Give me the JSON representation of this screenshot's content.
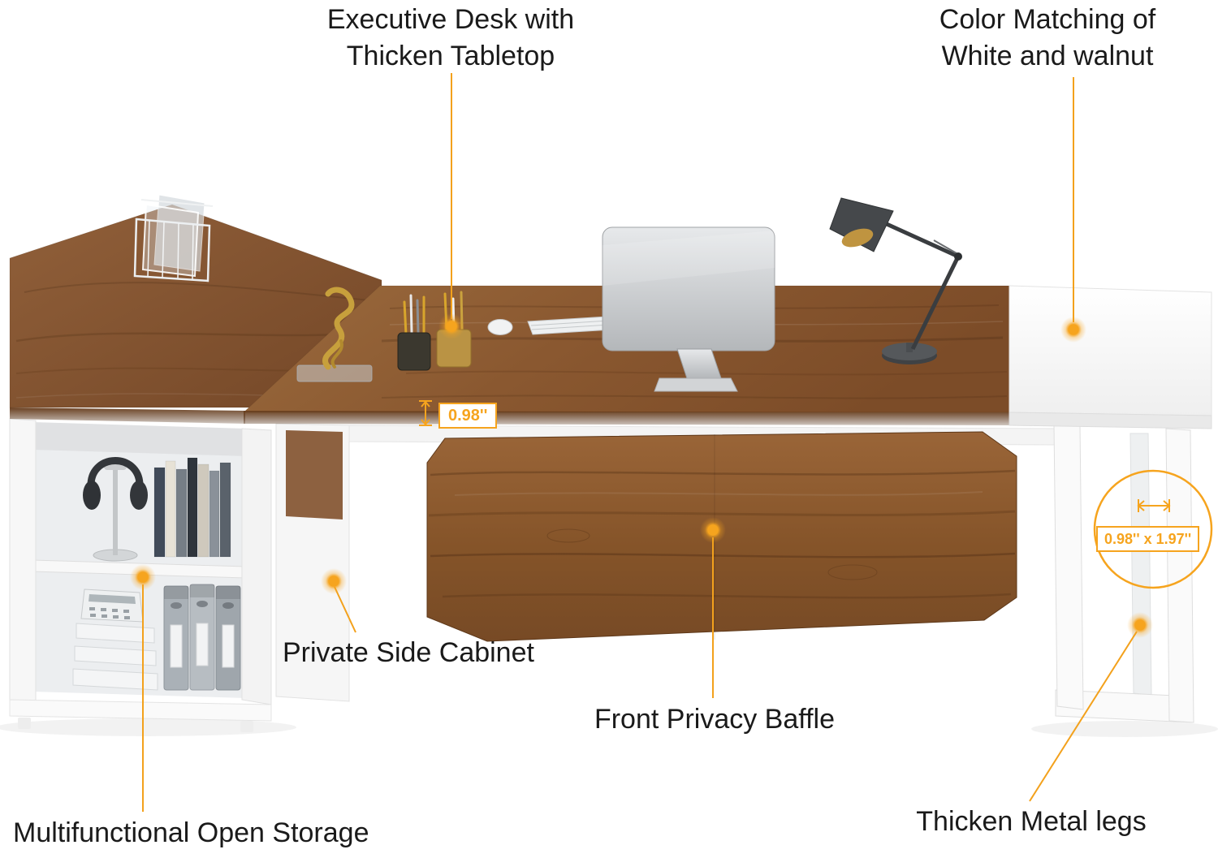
{
  "page": {
    "background_color": "#FFFFFF",
    "accent_color": "#F6A41E",
    "walnut_color": "#8A5A33",
    "white_color": "#FFFFFF"
  },
  "callouts": {
    "executive_desk": {
      "label": "Executive Desk with\nThicken Tabletop"
    },
    "color_matching": {
      "label": "Color Matching of\nWhite and walnut"
    },
    "tabletop_thickness": {
      "value": "0.98''"
    },
    "private_side_cabinet": {
      "label": "Private Side Cabinet"
    },
    "front_privacy_baffle": {
      "label": "Front Privacy Baffle"
    },
    "multifunctional_open_storage": {
      "label": "Multifunctional Open Storage"
    },
    "leg_dimensions": {
      "value": "0.98'' x 1.97''"
    },
    "thicken_metal_legs": {
      "label": "Thicken Metal legs"
    }
  },
  "icons": {
    "thickness_measure_icon": "vertical-dimension-arrow",
    "width_measure_icon": "horizontal-dimension-arrow",
    "callout_dot": "orange-glow-dot",
    "leg_highlight": "orange-circle-outline"
  }
}
